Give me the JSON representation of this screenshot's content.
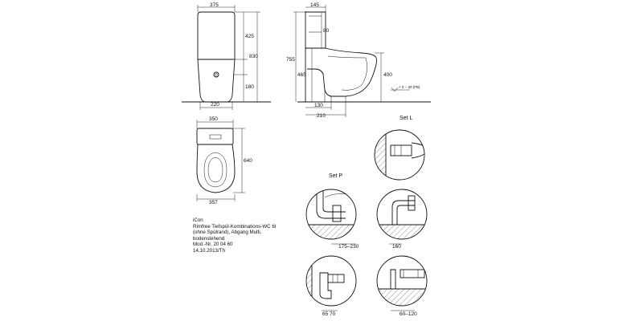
{
  "front_view": {
    "dims": [
      "375",
      "425",
      "830",
      "180",
      "220"
    ]
  },
  "side_view": {
    "dims": [
      "145",
      "80",
      "755",
      "465",
      "130",
      "210",
      "400",
      "+ 0 − 20 (FB)"
    ]
  },
  "top_view": {
    "dims": [
      "350",
      "640",
      "357"
    ]
  },
  "set_l": {
    "title": "Set L"
  },
  "set_p": {
    "title": "Set P",
    "dims": [
      "175–230",
      "160",
      "65 70",
      "60–120"
    ]
  },
  "product": {
    "name": "iCon",
    "line1": "Rimfree Tiefspül-Kombinations-WC 6l",
    "line2": "(ohne Spülrand), Abgang Multi,",
    "line3": "bodenstehend",
    "model": "Mod.-Nr. 20 04 60",
    "date": "14.10.2013/Th"
  }
}
